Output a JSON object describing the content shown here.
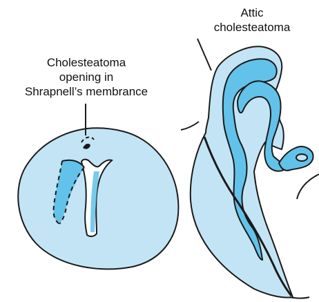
{
  "labels": {
    "attic": {
      "line1": "Attic",
      "line2": "cholesteatoma"
    },
    "shrapnell": {
      "line1": "Cholesteatoma",
      "line2": "opening in",
      "line3": "Shrapnell’s membrance"
    }
  },
  "colors": {
    "membrane_fill": "#c3e4f5",
    "cholesteatoma_fill": "#62c2ea",
    "outline": "#1a1a1a",
    "highlight": "#ffffff"
  }
}
